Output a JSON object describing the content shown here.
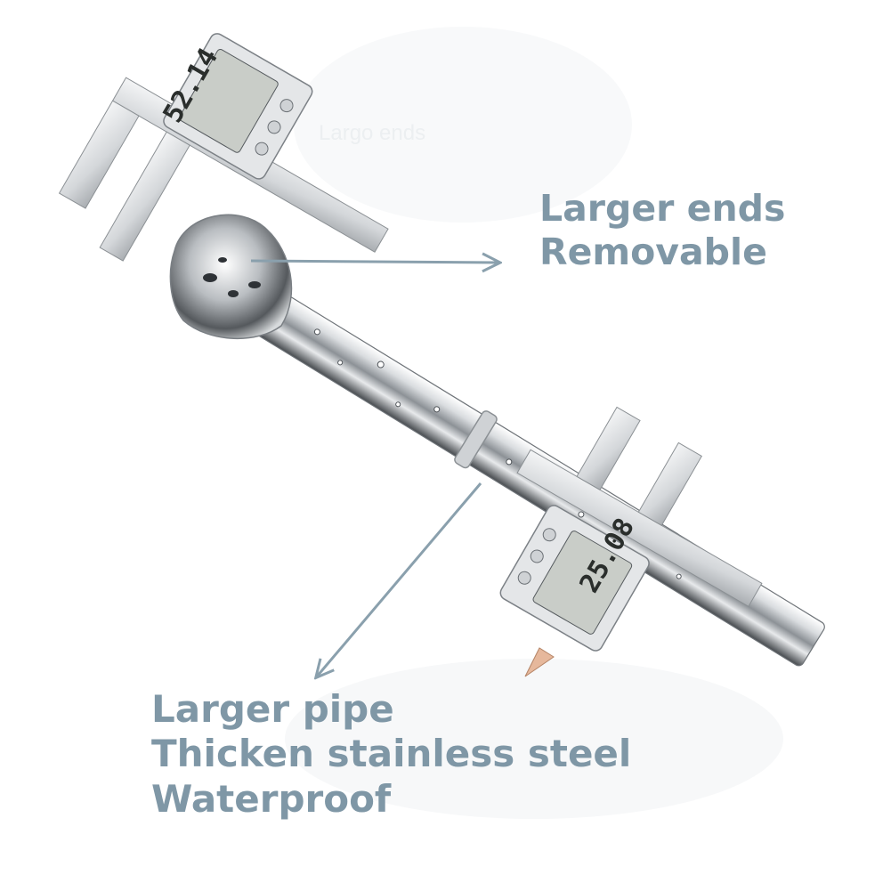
{
  "captions": {
    "ends": {
      "line1": "Larger ends",
      "line2": "Removable"
    },
    "pipe": {
      "line1": "Larger pipe",
      "line2": "Thicken stainless steel",
      "line3": "Waterproof"
    }
  },
  "calipers": {
    "top_reading": "52.14",
    "bottom_reading": "25.08"
  },
  "colors": {
    "caption_text": "#7f97a6",
    "arrow": "#8aa0ad",
    "steel_light": "#f2f3f4",
    "steel_dark": "#3a3d40",
    "lcd_screen": "#c9cdc8"
  }
}
